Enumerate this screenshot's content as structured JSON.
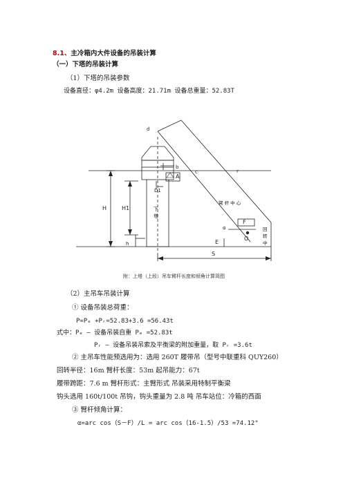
{
  "heading": {
    "num": "8.1、",
    "title": "主冷箱内大件设备的吊装计算"
  },
  "subheading": "（一）下塔的吊装计算",
  "sec1": {
    "title": "（1）下塔的吊装参数",
    "params": "设备直径：φ4.2m   设备高度：21.71m   设备总重量：52.83T"
  },
  "figure": {
    "labels": {
      "d": "d",
      "b": "b",
      "c": "c",
      "r": "r",
      "A": "A",
      "D1": "D1",
      "H": "H",
      "H1": "H1",
      "tower1": "下",
      "tower2": "塔",
      "boom_center": "臂 杆 中 心",
      "alpha": "α",
      "F": "F",
      "O": "O",
      "E": "E",
      "h": "h",
      "S": "S",
      "rot1": "回",
      "rot2": "转",
      "rot3": "中"
    },
    "caption": "附：上塔（上段）吊车臂杆长度和倾角计算简图"
  },
  "sec2": {
    "title": "（2）主吊车吊装计算",
    "step1": "①  设备吊装总荷重：",
    "formula1": "P=Pₑ +Pᵣ=52.83+3.6 =56.43t",
    "where": "式中：Pₑ —  设备吊装自重  Pₑ =52.83t",
    "where2": "Pᵣ —  设备吊装吊索及平衡梁的附加重量，取 Pᵣ =3.6t",
    "step2": "②  主吊车性能预选用为：选用 260T 履带吊（型号中联重科 QUY260）",
    "line_a": "回转半径：16m       臂杆长度：53m     起吊能力：67t",
    "line_b": "履带跨距：7.6 m      臂杆形式：主臂形式      吊装采用特制平衡梁",
    "line_c": "钩头选用 160t/100t 吊钩，钩头重量为 2.8 吨    吊车站位：冷箱的西面",
    "step3": "③   臂杆倾角计算：",
    "formula2": "α=arc cos（S－F）/L  = arc cos（16-1.5）/53  =74.12°"
  }
}
